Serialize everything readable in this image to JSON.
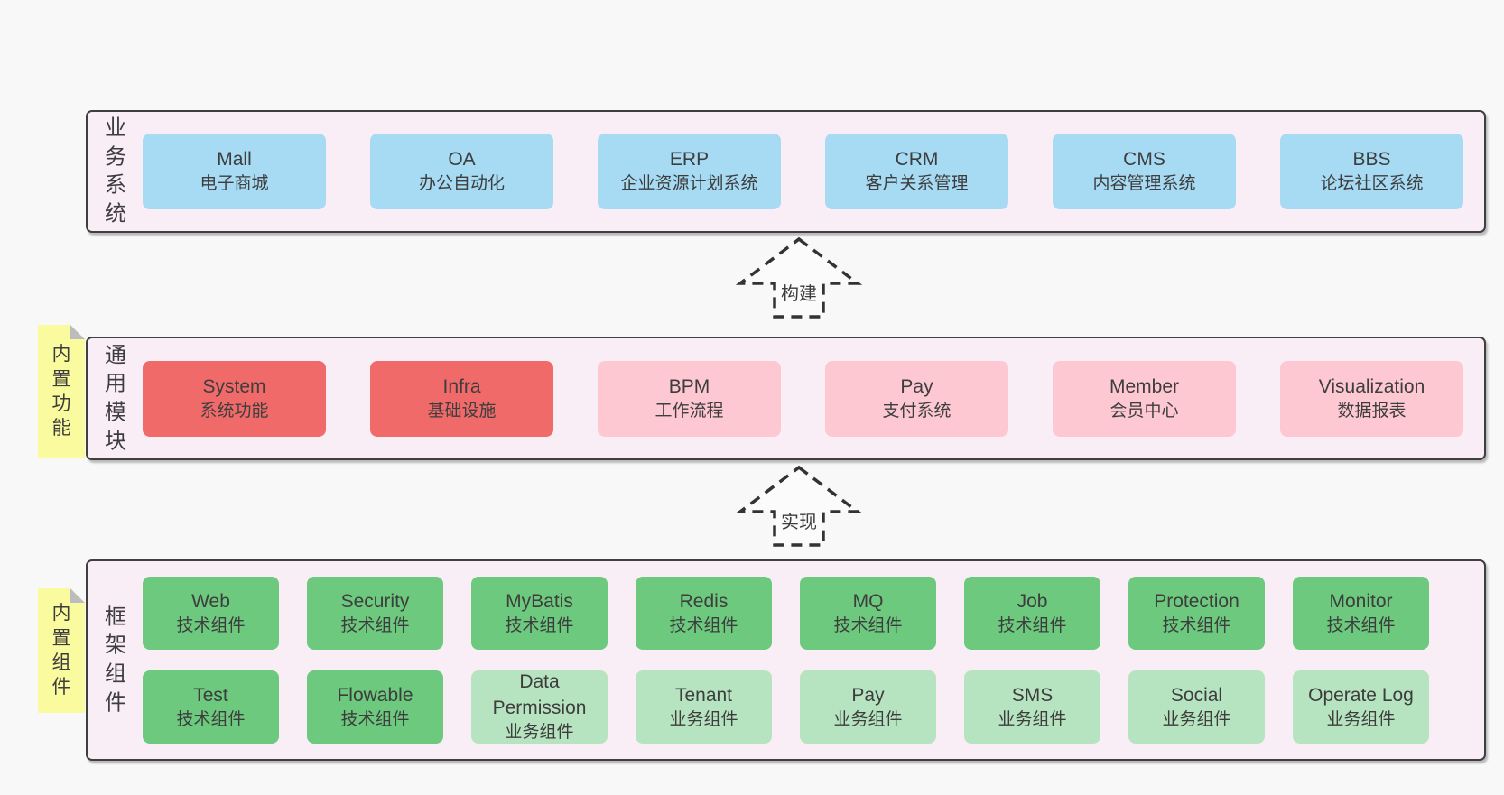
{
  "colors": {
    "page-bg": "#f8f8f8",
    "panel-bg": "#f9edf6",
    "panel-border": "#3f3f3f",
    "node-blue": "#a7daf3",
    "node-red": "#f06a6a",
    "node-pink": "#fdc8d2",
    "node-green": "#6cc97e",
    "node-lightgreen": "#b7e4c0",
    "sticky-bg": "#fafa9e",
    "sticky-fold": "#bcbcbe",
    "text": "#3d3d3d"
  },
  "arrows": [
    {
      "label": "构建"
    },
    {
      "label": "实现"
    }
  ],
  "sections": [
    {
      "label": "业务系统",
      "sticky": null,
      "rows": [
        [
          {
            "en": "Mall",
            "zh": "电子商城",
            "color": "blue"
          },
          {
            "en": "OA",
            "zh": "办公自动化",
            "color": "blue"
          },
          {
            "en": "ERP",
            "zh": "企业资源计划系统",
            "color": "blue"
          },
          {
            "en": "CRM",
            "zh": "客户关系管理",
            "color": "blue"
          },
          {
            "en": "CMS",
            "zh": "内容管理系统",
            "color": "blue"
          },
          {
            "en": "BBS",
            "zh": "论坛社区系统",
            "color": "blue"
          }
        ]
      ]
    },
    {
      "label": "通用模块",
      "sticky": "内置功能",
      "rows": [
        [
          {
            "en": "System",
            "zh": "系统功能",
            "color": "red"
          },
          {
            "en": "Infra",
            "zh": "基础设施",
            "color": "red"
          },
          {
            "en": "BPM",
            "zh": "工作流程",
            "color": "pink"
          },
          {
            "en": "Pay",
            "zh": "支付系统",
            "color": "pink"
          },
          {
            "en": "Member",
            "zh": "会员中心",
            "color": "pink"
          },
          {
            "en": "Visualization",
            "zh": "数据报表",
            "color": "pink"
          }
        ]
      ]
    },
    {
      "label": "框架组件",
      "sticky": "内置组件",
      "rows": [
        [
          {
            "en": "Web",
            "zh": "技术组件",
            "color": "green"
          },
          {
            "en": "Security",
            "zh": "技术组件",
            "color": "green"
          },
          {
            "en": "MyBatis",
            "zh": "技术组件",
            "color": "green"
          },
          {
            "en": "Redis",
            "zh": "技术组件",
            "color": "green"
          },
          {
            "en": "MQ",
            "zh": "技术组件",
            "color": "green"
          },
          {
            "en": "Job",
            "zh": "技术组件",
            "color": "green"
          },
          {
            "en": "Protection",
            "zh": "技术组件",
            "color": "green"
          },
          {
            "en": "Monitor",
            "zh": "技术组件",
            "color": "green"
          }
        ],
        [
          {
            "en": "Test",
            "zh": "技术组件",
            "color": "green"
          },
          {
            "en": "Flowable",
            "zh": "技术组件",
            "color": "green"
          },
          {
            "en": "Data Permission",
            "zh": "业务组件",
            "color": "lightgreen"
          },
          {
            "en": "Tenant",
            "zh": "业务组件",
            "color": "lightgreen"
          },
          {
            "en": "Pay",
            "zh": "业务组件",
            "color": "lightgreen"
          },
          {
            "en": "SMS",
            "zh": "业务组件",
            "color": "lightgreen"
          },
          {
            "en": "Social",
            "zh": "业务组件",
            "color": "lightgreen"
          },
          {
            "en": "Operate Log",
            "zh": "业务组件",
            "color": "lightgreen"
          }
        ]
      ]
    }
  ]
}
